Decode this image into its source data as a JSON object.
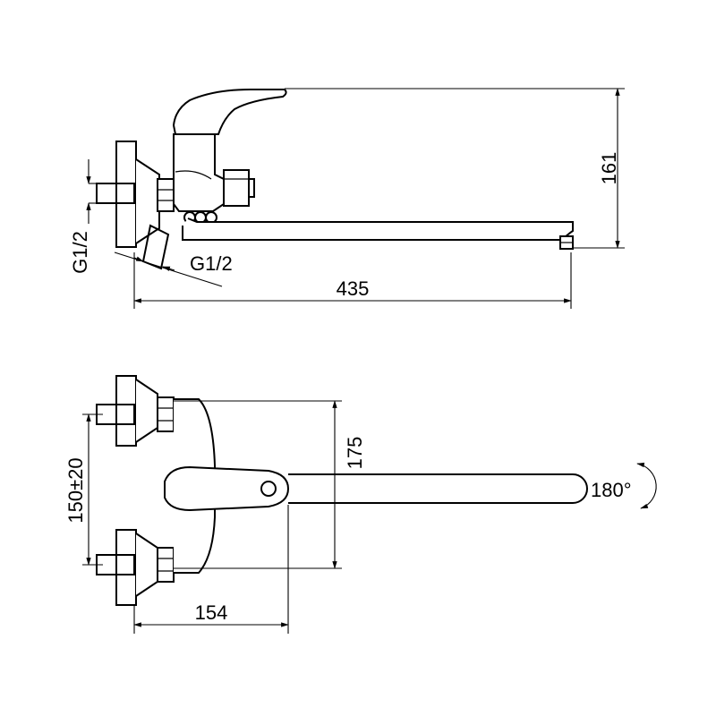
{
  "top_view": {
    "height_dim": "161",
    "length_dim": "435",
    "thread_inlet": "G1/2",
    "thread_outlet": "G1/2"
  },
  "bottom_view": {
    "body_width_dim": "175",
    "centers_dim": "150±20",
    "projection_dim": "154",
    "swivel_angle": "180°"
  }
}
